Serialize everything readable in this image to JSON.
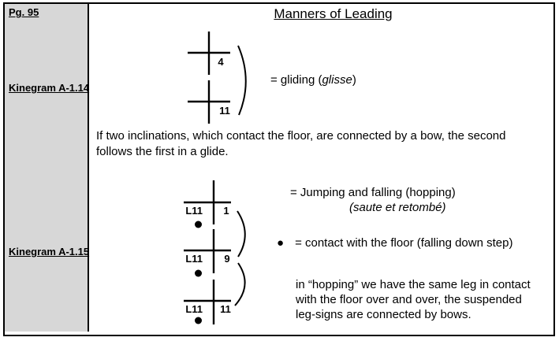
{
  "colors": {
    "sidebar_bg": "#d7d7d7",
    "border": "#000000",
    "text": "#000000"
  },
  "sidebar": {
    "page_label": "Pg. 95",
    "kinegram1_label": "Kinegram A-1.14",
    "kinegram2_label": "Kinegram A-1.15"
  },
  "header": {
    "title": "Manners of Leading"
  },
  "kinegram1": {
    "symbol1_number": "4",
    "symbol2_number": "11",
    "meaning_prefix": "= gliding (",
    "meaning_italic": "glisse",
    "meaning_suffix": ")"
  },
  "paragraph1": {
    "line1": "If two inclinations, which contact the floor, are connected by a bow, the second",
    "line2": "follows the first in a glide."
  },
  "kinegram2": {
    "symbols": [
      {
        "leg": "L11",
        "count": "1"
      },
      {
        "leg": "L11",
        "count": "9"
      },
      {
        "leg": "L11",
        "count": "11"
      }
    ],
    "meaning_line1": "= Jumping and falling (hopping)",
    "meaning_line2": "(saute et retombé)",
    "legend_bullet": "●",
    "legend_text": "= contact with the floor (falling down step)",
    "note_line1": "in “hopping” we have the same leg in contact",
    "note_line2": "with the floor over and over, the suspended",
    "note_line3": "leg-signs are connected by bows."
  }
}
